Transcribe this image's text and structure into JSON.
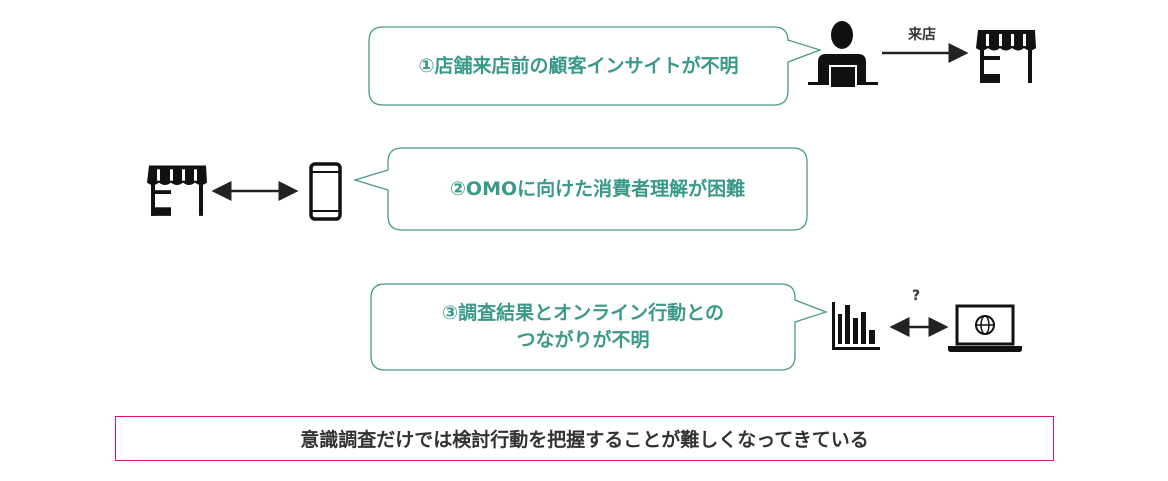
{
  "callouts": [
    {
      "text": "①店舗来店前の顧客インサイトが不明"
    },
    {
      "text": "②OMOに向けた消費者理解が困難"
    },
    {
      "text_line1": "③調査結果とオンライン行動との",
      "text_line2": "つながりが不明"
    }
  ],
  "labels": {
    "visit": "来店",
    "question": "?"
  },
  "conclusion": "意識調査だけでは検討行動を把握することが難しくなってきている",
  "colors": {
    "accent": "#3b998a",
    "border_pink": "#e0136b",
    "icon": "#111111"
  },
  "icons": [
    "person-laptop-icon",
    "store-icon",
    "smartphone-icon",
    "bar-chart-icon",
    "laptop-globe-icon"
  ]
}
